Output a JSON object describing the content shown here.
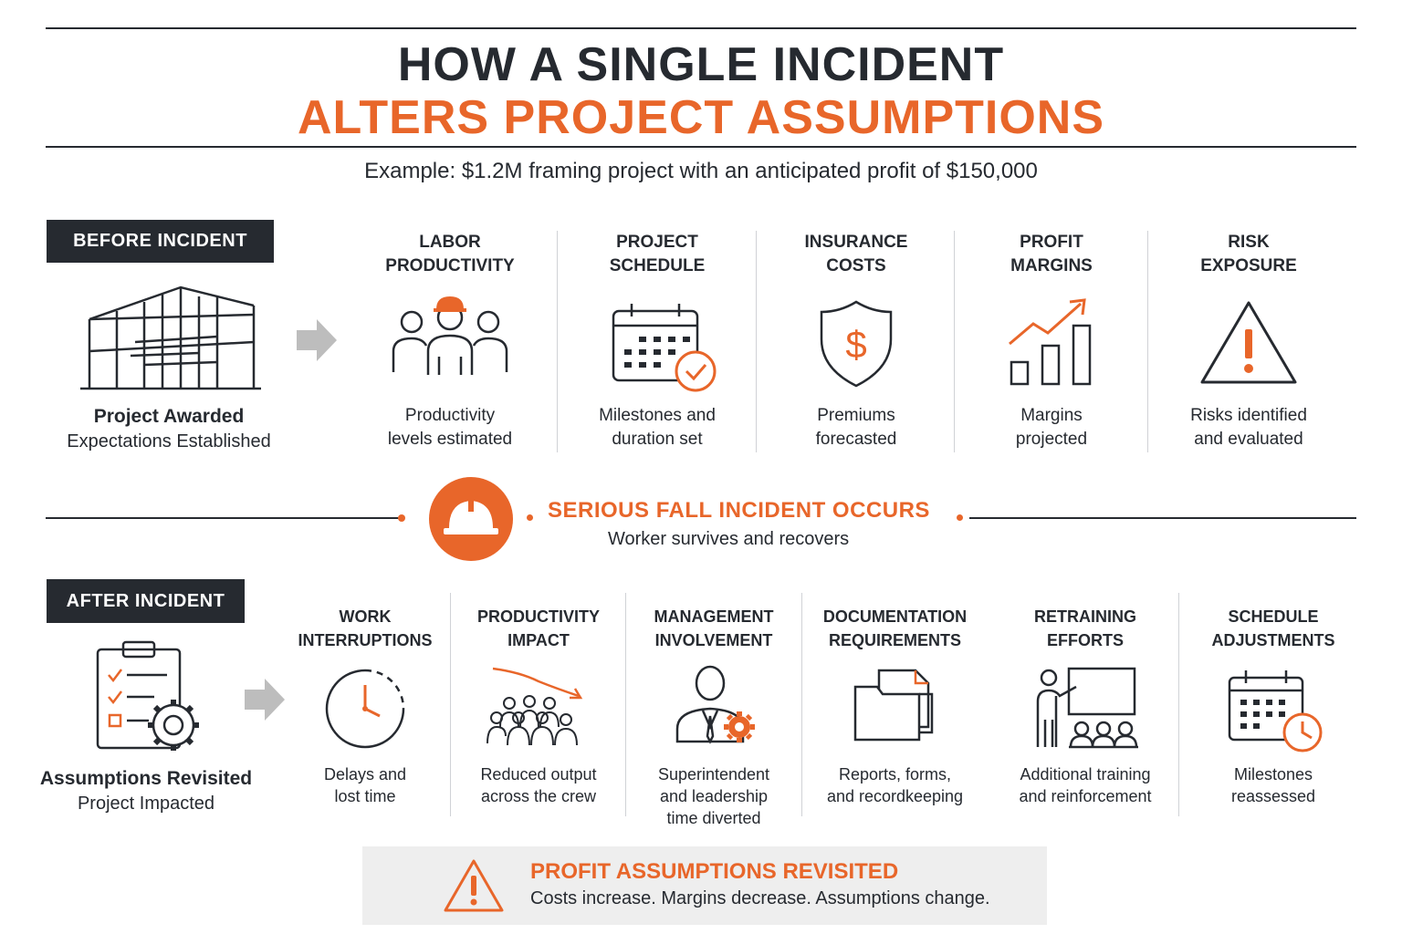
{
  "header": {
    "title_line1": "HOW A SINGLE INCIDENT",
    "title_line2": "ALTERS PROJECT ASSUMPTIONS",
    "subtitle": "Example: $1.2M framing project with an anticipated profit of $150,000"
  },
  "before": {
    "badge": "BEFORE INCIDENT",
    "anchor_title": "Project Awarded",
    "anchor_sub": "Expectations Established",
    "items": [
      {
        "heading": "LABOR\nPRODUCTIVITY",
        "desc": "Productivity\nlevels estimated",
        "icon": "workers-hardhat-icon"
      },
      {
        "heading": "PROJECT\nSCHEDULE",
        "desc": "Milestones and\nduration set",
        "icon": "calendar-check-icon"
      },
      {
        "heading": "INSURANCE\nCOSTS",
        "desc": "Premiums\nforecasted",
        "icon": "shield-dollar-icon"
      },
      {
        "heading": "PROFIT\nMARGINS",
        "desc": "Margins\nprojected",
        "icon": "bar-chart-up-icon"
      },
      {
        "heading": "RISK\nEXPOSURE",
        "desc": "Risks identified\nand evaluated",
        "icon": "warning-triangle-icon"
      }
    ]
  },
  "incident": {
    "title": "SERIOUS FALL INCIDENT OCCURS",
    "subtitle": "Worker survives and recovers",
    "icon": "hardhat-icon"
  },
  "after": {
    "badge": "AFTER INCIDENT",
    "anchor_title": "Assumptions Revisited",
    "anchor_sub": "Project Impacted",
    "items": [
      {
        "heading": "WORK\nINTERRUPTIONS",
        "desc": "Delays and\nlost time",
        "icon": "clock-icon"
      },
      {
        "heading": "PRODUCTIVITY\nIMPACT",
        "desc": "Reduced output\nacross the crew",
        "icon": "crew-down-trend-icon"
      },
      {
        "heading": "MANAGEMENT\nINVOLVEMENT",
        "desc": "Superintendent\nand leadership\ntime diverted",
        "icon": "manager-gear-icon"
      },
      {
        "heading": "DOCUMENTATION\nREQUIREMENTS",
        "desc": "Reports, forms,\nand recordkeeping",
        "icon": "folder-document-icon"
      },
      {
        "heading": "RETRAINING\nEFFORTS",
        "desc": "Additional training\nand reinforcement",
        "icon": "training-board-icon"
      },
      {
        "heading": "SCHEDULE\nADJUSTMENTS",
        "desc": "Milestones\nreassessed",
        "icon": "calendar-clock-icon"
      }
    ]
  },
  "footer": {
    "title": "PROFIT ASSUMPTIONS REVISITED",
    "text": "Costs increase. Margins decrease. Assumptions change.",
    "icon": "warning-triangle-icon"
  },
  "colors": {
    "accent": "#e8662a",
    "dark": "#262a30",
    "footer_bg": "#eeeeee"
  }
}
